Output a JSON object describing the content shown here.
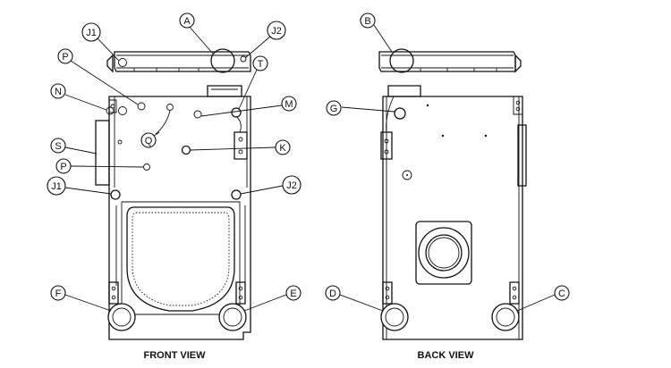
{
  "captions": {
    "front": "FRONT VIEW",
    "back": "BACK VIEW"
  },
  "callouts": [
    {
      "id": "A-front-top",
      "label": "A"
    },
    {
      "id": "J1-front-top",
      "label": "J1"
    },
    {
      "id": "J2-front-top",
      "label": "J2"
    },
    {
      "id": "P-upper",
      "label": "P"
    },
    {
      "id": "T",
      "label": "T"
    },
    {
      "id": "N",
      "label": "N"
    },
    {
      "id": "M",
      "label": "M"
    },
    {
      "id": "Q",
      "label": "Q"
    },
    {
      "id": "S",
      "label": "S"
    },
    {
      "id": "K",
      "label": "K"
    },
    {
      "id": "P-lower",
      "label": "P"
    },
    {
      "id": "J1-front",
      "label": "J1"
    },
    {
      "id": "J2-front",
      "label": "J2"
    },
    {
      "id": "F",
      "label": "F"
    },
    {
      "id": "E",
      "label": "E"
    },
    {
      "id": "B",
      "label": "B"
    },
    {
      "id": "G",
      "label": "G"
    },
    {
      "id": "D",
      "label": "D"
    },
    {
      "id": "C",
      "label": "C"
    }
  ]
}
